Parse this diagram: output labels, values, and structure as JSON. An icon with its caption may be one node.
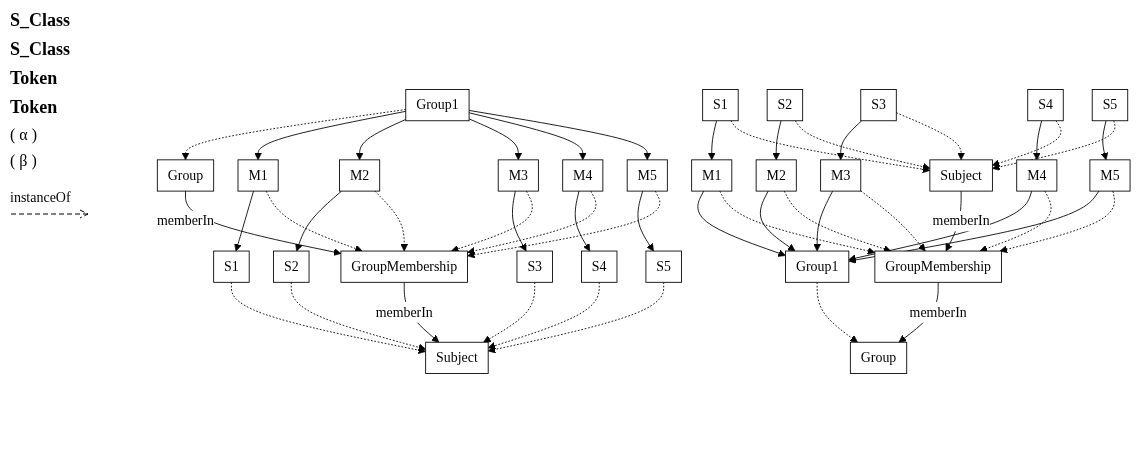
{
  "diagram": {
    "nodes": [
      {
        "text": [
          "Group"
        ]
      },
      {
        "text": [
          "GroupMembership"
        ]
      },
      {
        "text": [
          "Subject"
        ]
      },
      {
        "text": [
          "Group1"
        ]
      },
      {
        "text": [
          "M1"
        ]
      },
      {
        "text": [
          "S1"
        ]
      },
      {
        "text": [
          "M2"
        ]
      },
      {
        "text": [
          "S2"
        ]
      },
      {
        "text": [
          "M3"
        ]
      },
      {
        "text": [
          "S3"
        ]
      },
      {
        "text": [
          "M5"
        ]
      },
      {
        "text": [
          "M4"
        ]
      },
      {
        "text": [
          "S4"
        ]
      },
      {
        "text": [
          "S5"
        ]
      },
      {
        "text": [
          "Subject"
        ]
      },
      {
        "text": [
          "GroupMembership"
        ]
      },
      {
        "text": [
          "Group"
        ]
      },
      {
        "text": [
          "S1"
        ]
      },
      {
        "text": [
          "M1"
        ]
      },
      {
        "text": [
          "Group1"
        ]
      },
      {
        "text": [
          "S2"
        ]
      },
      {
        "text": [
          "M2"
        ]
      },
      {
        "text": [
          "S3"
        ]
      },
      {
        "text": [
          "M3"
        ]
      },
      {
        "text": [
          "M5"
        ]
      },
      {
        "text": [
          "S4"
        ]
      },
      {
        "text": [
          "M4"
        ]
      },
      {
        "text": [
          "S5"
        ]
      }
    ],
    "edges": [
      {
        "from": 0,
        "to": 1,
        "arrow": "to",
        "label": "memberIn"
      },
      {
        "from": 1,
        "to": 2,
        "arrow": "to",
        "label": "memberIn"
      },
      {
        "from": 3,
        "to": 0,
        "arrow": "to",
        "style": "dashed"
      },
      {
        "from": 3,
        "to": 4,
        "arrow": "to"
      },
      {
        "from": 3,
        "to": 6,
        "arrow": "to"
      },
      {
        "from": 3,
        "to": 8,
        "arrow": "to"
      },
      {
        "from": 3,
        "to": 11,
        "arrow": "to"
      },
      {
        "from": 3,
        "to": 10,
        "arrow": "to"
      },
      {
        "from": 4,
        "to": 5,
        "arrow": "to"
      },
      {
        "from": 6,
        "to": 7,
        "arrow": "to"
      },
      {
        "from": 8,
        "to": 9,
        "arrow": "to"
      },
      {
        "from": 11,
        "to": 12,
        "arrow": "to"
      },
      {
        "from": 10,
        "to": 13,
        "arrow": "to"
      },
      {
        "from": 4,
        "to": 1,
        "arrow": "to",
        "style": "dashed"
      },
      {
        "from": 6,
        "to": 1,
        "arrow": "to",
        "style": "dashed"
      },
      {
        "from": 8,
        "to": 1,
        "arrow": "to",
        "style": "dashed"
      },
      {
        "from": 11,
        "to": 1,
        "arrow": "to",
        "style": "dashed"
      },
      {
        "from": 10,
        "to": 1,
        "arrow": "to",
        "style": "dashed"
      },
      {
        "from": 5,
        "to": 2,
        "arrow": "to",
        "style": "dashed"
      },
      {
        "from": 7,
        "to": 2,
        "arrow": "to",
        "style": "dashed"
      },
      {
        "from": 9,
        "to": 2,
        "arrow": "to",
        "style": "dashed"
      },
      {
        "from": 12,
        "to": 2,
        "arrow": "to",
        "style": "dashed"
      },
      {
        "from": 13,
        "to": 2,
        "arrow": "to",
        "style": "dashed"
      },
      {
        "from": 14,
        "to": 15,
        "arrow": "to",
        "label": "memberIn"
      },
      {
        "from": 15,
        "to": 16,
        "arrow": "to",
        "label": "memberIn"
      },
      {
        "from": 19,
        "to": 16,
        "arrow": "to",
        "style": "dashed"
      },
      {
        "from": 17,
        "to": 18,
        "arrow": "to"
      },
      {
        "from": 20,
        "to": 21,
        "arrow": "to"
      },
      {
        "from": 22,
        "to": 23,
        "arrow": "to"
      },
      {
        "from": 25,
        "to": 26,
        "arrow": "to"
      },
      {
        "from": 27,
        "to": 24,
        "arrow": "to"
      },
      {
        "from": 18,
        "to": 19,
        "arrow": "to"
      },
      {
        "from": 21,
        "to": 19,
        "arrow": "to"
      },
      {
        "from": 23,
        "to": 19,
        "arrow": "to"
      },
      {
        "from": 26,
        "to": 19,
        "arrow": "to"
      },
      {
        "from": 24,
        "to": 19,
        "arrow": "to"
      },
      {
        "from": 18,
        "to": 15,
        "arrow": "to",
        "style": "dashed"
      },
      {
        "from": 21,
        "to": 15,
        "arrow": "to",
        "style": "dashed"
      },
      {
        "from": 23,
        "to": 15,
        "arrow": "to",
        "style": "dashed"
      },
      {
        "from": 26,
        "to": 15,
        "arrow": "to",
        "style": "dashed"
      },
      {
        "from": 24,
        "to": 15,
        "arrow": "to",
        "style": "dashed"
      },
      {
        "from": 17,
        "to": 14,
        "arrow": "to",
        "style": "dashed"
      },
      {
        "from": 20,
        "to": 14,
        "arrow": "to",
        "style": "dashed"
      },
      {
        "from": 22,
        "to": 14,
        "arrow": "to",
        "style": "dashed"
      },
      {
        "from": 25,
        "to": 14,
        "arrow": "to",
        "style": "dashed"
      },
      {
        "from": 27,
        "to": 14,
        "arrow": "to",
        "style": "dashed"
      }
    ],
    "labels": [
      "S_Class",
      "S_Class",
      "Token",
      "Token",
      "( α )",
      "( β )"
    ],
    "legend": [
      {
        "text": "instanceOf"
      }
    ]
  }
}
